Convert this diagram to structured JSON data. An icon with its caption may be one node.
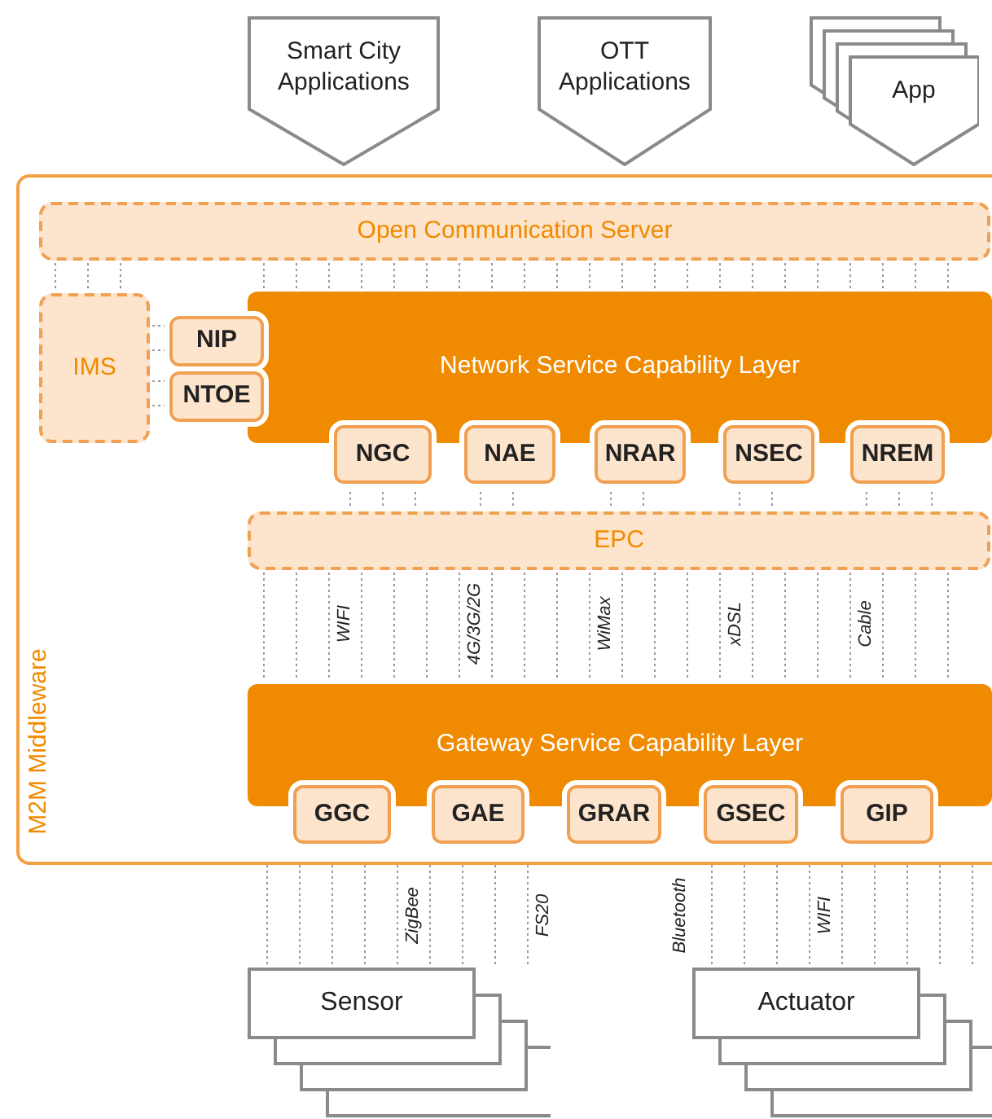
{
  "diagram": {
    "nodes": [
      {
        "text": [
          "Smart City Applications"
        ]
      },
      {
        "text": [
          "OTT Applications"
        ]
      },
      {
        "text": [
          "App"
        ]
      },
      {
        "text": [
          "M2M Middleware"
        ]
      },
      {
        "text": [
          "Open Communication Server"
        ],
        "in": 3
      },
      {
        "text": [
          "IMS"
        ],
        "in": 3
      },
      {
        "text": [
          "NIP"
        ],
        "in": 3
      },
      {
        "text": [
          "NTOE"
        ],
        "in": 3
      },
      {
        "text": [
          "Network Service Capability Layer"
        ],
        "in": 3
      },
      {
        "text": [
          "NGC"
        ],
        "in": 3
      },
      {
        "text": [
          "NAE"
        ],
        "in": 3
      },
      {
        "text": [
          "NRAR"
        ],
        "in": 3
      },
      {
        "text": [
          "NSEC"
        ],
        "in": 3
      },
      {
        "text": [
          "NREM"
        ],
        "in": 3
      },
      {
        "text": [
          "EPC"
        ],
        "in": 3
      },
      {
        "text": [
          "Gateway Service Capability Layer"
        ],
        "in": 3
      },
      {
        "text": [
          "GGC"
        ],
        "in": 3
      },
      {
        "text": [
          "GAE"
        ],
        "in": 3
      },
      {
        "text": [
          "GRAR"
        ],
        "in": 3
      },
      {
        "text": [
          "GSEC"
        ],
        "in": 3
      },
      {
        "text": [
          "GIP"
        ],
        "in": 3
      },
      {
        "text": [
          "Sensor"
        ]
      },
      {
        "text": [
          "Actuator"
        ]
      }
    ],
    "edges": [
      {
        "from": 4,
        "to": 5,
        "arrow": "none",
        "style": "dashed"
      },
      {
        "from": 4,
        "to": 8,
        "arrow": "none",
        "style": "dashed"
      },
      {
        "from": 5,
        "to": 6,
        "arrow": "none",
        "style": "dashed"
      },
      {
        "from": 5,
        "to": 7,
        "arrow": "none",
        "style": "dashed"
      },
      {
        "from": 9,
        "to": 14,
        "arrow": "none",
        "style": "dashed"
      },
      {
        "from": 10,
        "to": 14,
        "arrow": "none",
        "style": "dashed"
      },
      {
        "from": 11,
        "to": 14,
        "arrow": "none",
        "style": "dashed"
      },
      {
        "from": 12,
        "to": 14,
        "arrow": "none",
        "style": "dashed"
      },
      {
        "from": 13,
        "to": 14,
        "arrow": "none",
        "style": "dashed"
      },
      {
        "from": 14,
        "to": 15,
        "arrow": "none",
        "style": "dashed"
      },
      {
        "from": 3,
        "to": 21,
        "arrow": "none",
        "style": "dashed"
      },
      {
        "from": 3,
        "to": 22,
        "arrow": "none",
        "style": "dashed"
      }
    ],
    "labels": [
      "WIFI",
      "4G/3G/2G",
      "WiMax",
      "xDSL",
      "Cable",
      "ZigBee",
      "FS20",
      "Bluetooth",
      "WIFI"
    ]
  }
}
